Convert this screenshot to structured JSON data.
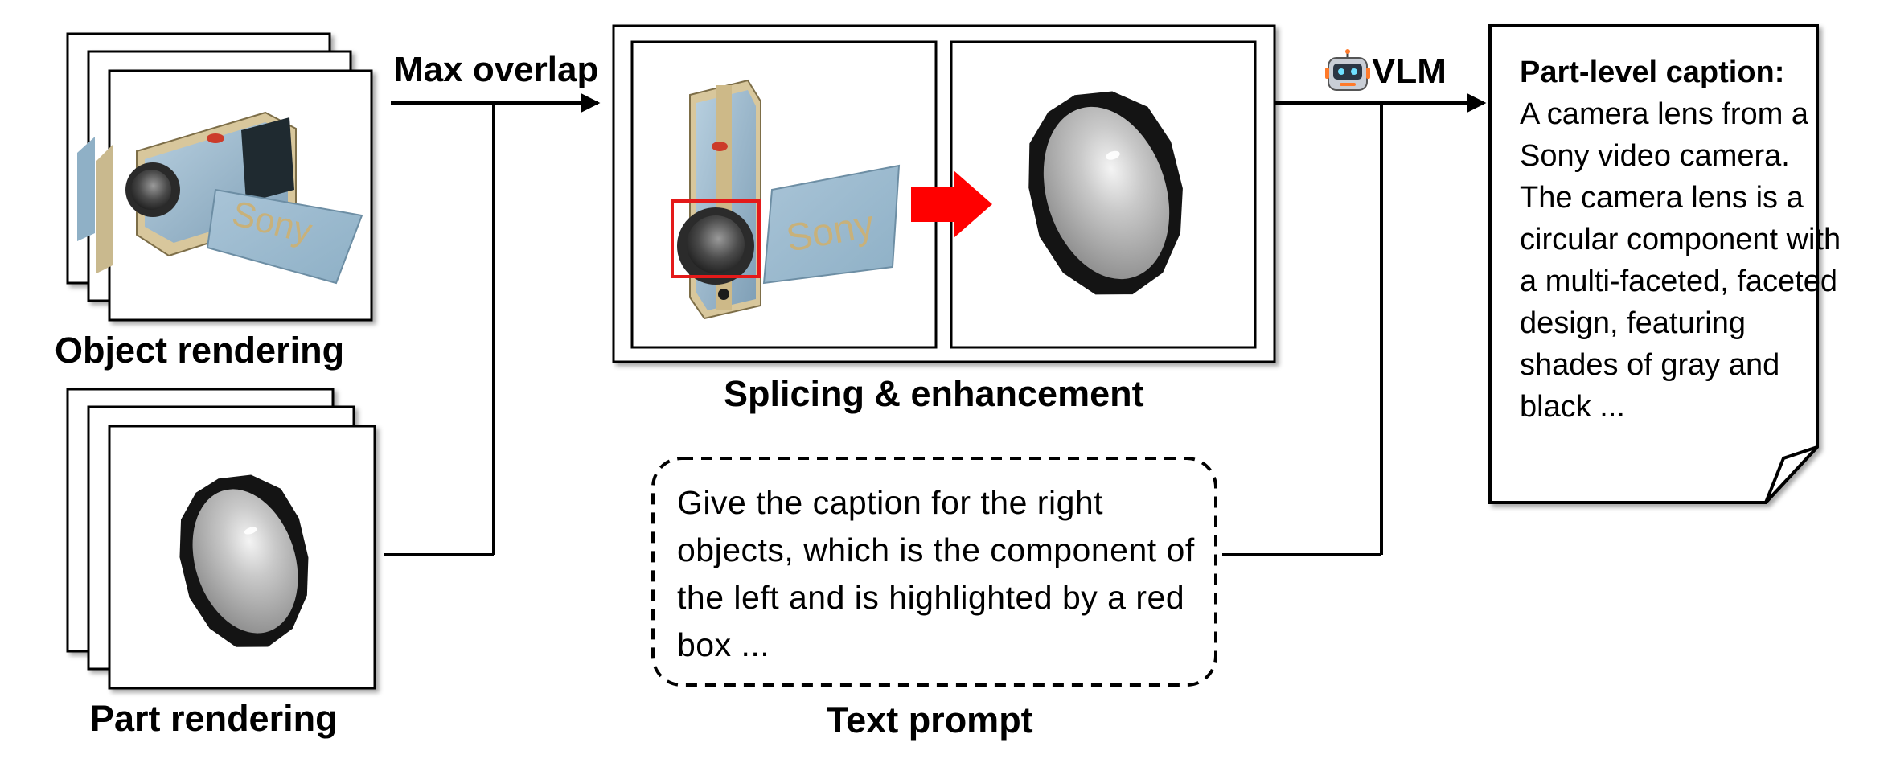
{
  "labels": {
    "object_rendering": "Object rendering",
    "part_rendering": "Part rendering",
    "splicing": "Splicing & enhancement",
    "text_prompt_title": "Text prompt"
  },
  "edges": {
    "max_overlap": "Max overlap",
    "vlm": "VLM"
  },
  "rendered_text": {
    "sony_brand": "Sony"
  },
  "prompt": {
    "text": "Give the caption for the right objects, which is the component of the left and is highlighted by a red box ..."
  },
  "caption": {
    "title": "Part-level caption:",
    "body": "A camera lens from a Sony video camera. The camera lens is a circular component with a multi-faceted, faceted design, featuring shades of gray and black ..."
  },
  "colors": {
    "highlight": "#e41a1a",
    "arrow": "#ff0000",
    "camera_body": "#9fbcd1",
    "camera_trim": "#d9c9a0",
    "lens_rim": "#1a1a1a",
    "lens_glass": "#b8b8b8"
  },
  "icons": {
    "vlm": "robot-icon"
  }
}
